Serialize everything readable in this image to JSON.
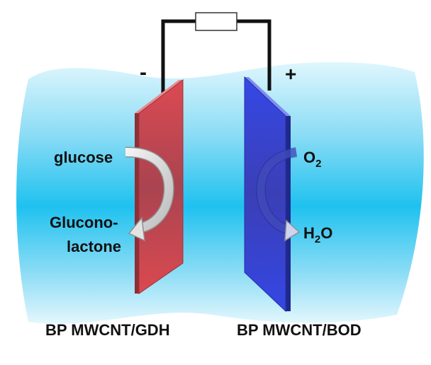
{
  "diagram": {
    "anode": {
      "sign": "-",
      "label": "BP MWCNT/GDH",
      "color": "#d9474e",
      "reactant": "glucose",
      "product_line1": "Glucono-",
      "product_line2": "lactone"
    },
    "cathode": {
      "sign": "+",
      "label": "BP MWCNT/BOD",
      "color": "#3347e0",
      "reactant_main": "O",
      "reactant_sub": "2",
      "product_main1": "H",
      "product_sub": "2",
      "product_main2": "O"
    },
    "colors": {
      "electrolyte_edge": "#a8e4f7",
      "electrolyte_center": "#22c3f0",
      "wire": "#111111",
      "arrow": "#e6e6e6"
    },
    "elements": [
      "resistor",
      "wire",
      "electrolyte",
      "anode-electrode",
      "cathode-electrode"
    ]
  }
}
